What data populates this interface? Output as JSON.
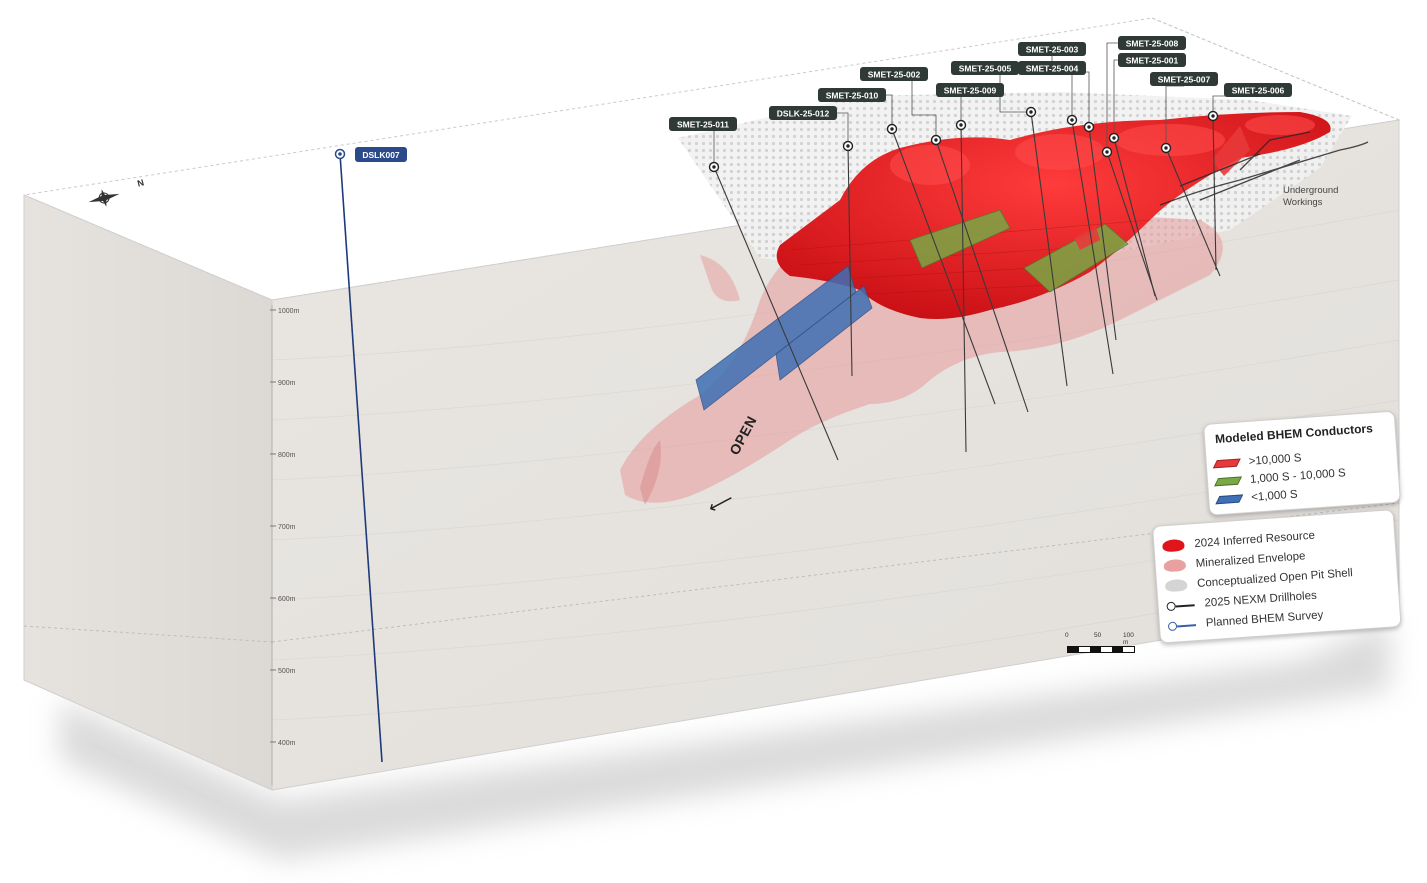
{
  "survey_hole": {
    "label": "DSLK007",
    "color": "#2b4a8c"
  },
  "depth_ticks": [
    "1000m",
    "900m",
    "800m",
    "700m",
    "600m",
    "500m",
    "400m"
  ],
  "drillholes": [
    {
      "id": "SMET-25-011"
    },
    {
      "id": "DSLK-25-012"
    },
    {
      "id": "SMET-25-010"
    },
    {
      "id": "SMET-25-002"
    },
    {
      "id": "SMET-25-009"
    },
    {
      "id": "SMET-25-005"
    },
    {
      "id": "SMET-25-003"
    },
    {
      "id": "SMET-25-004"
    },
    {
      "id": "SMET-25-008"
    },
    {
      "id": "SMET-25-001"
    },
    {
      "id": "SMET-25-007"
    },
    {
      "id": "SMET-25-006"
    }
  ],
  "annotations": {
    "open": "OPEN",
    "underground_line1": "Underground",
    "underground_line2": "Workings"
  },
  "compass_letter": "N",
  "scale_bar": {
    "t0": "0",
    "t1": "50",
    "t2": "100 m"
  },
  "legend_conductors": {
    "title": "Modeled BHEM Conductors",
    "items": [
      {
        "label": ">10,000 S",
        "color": "#e8383a"
      },
      {
        "label": "1,000 S - 10,000 S",
        "color": "#7aa845"
      },
      {
        "label": "<1,000 S",
        "color": "#3f6fb5"
      }
    ]
  },
  "legend_features": {
    "items": [
      {
        "label": "2024 Inferred Resource",
        "color": "#e0151c"
      },
      {
        "label": "Mineralized Envelope",
        "color": "#e8a0a0"
      },
      {
        "label": "Conceptualized Open Pit Shell",
        "color": "#d4d4d4"
      },
      {
        "label": "2025 NEXM Drillholes",
        "color": "#222222"
      },
      {
        "label": "Planned BHEM Survey",
        "color": "#3a5fa8"
      }
    ]
  }
}
